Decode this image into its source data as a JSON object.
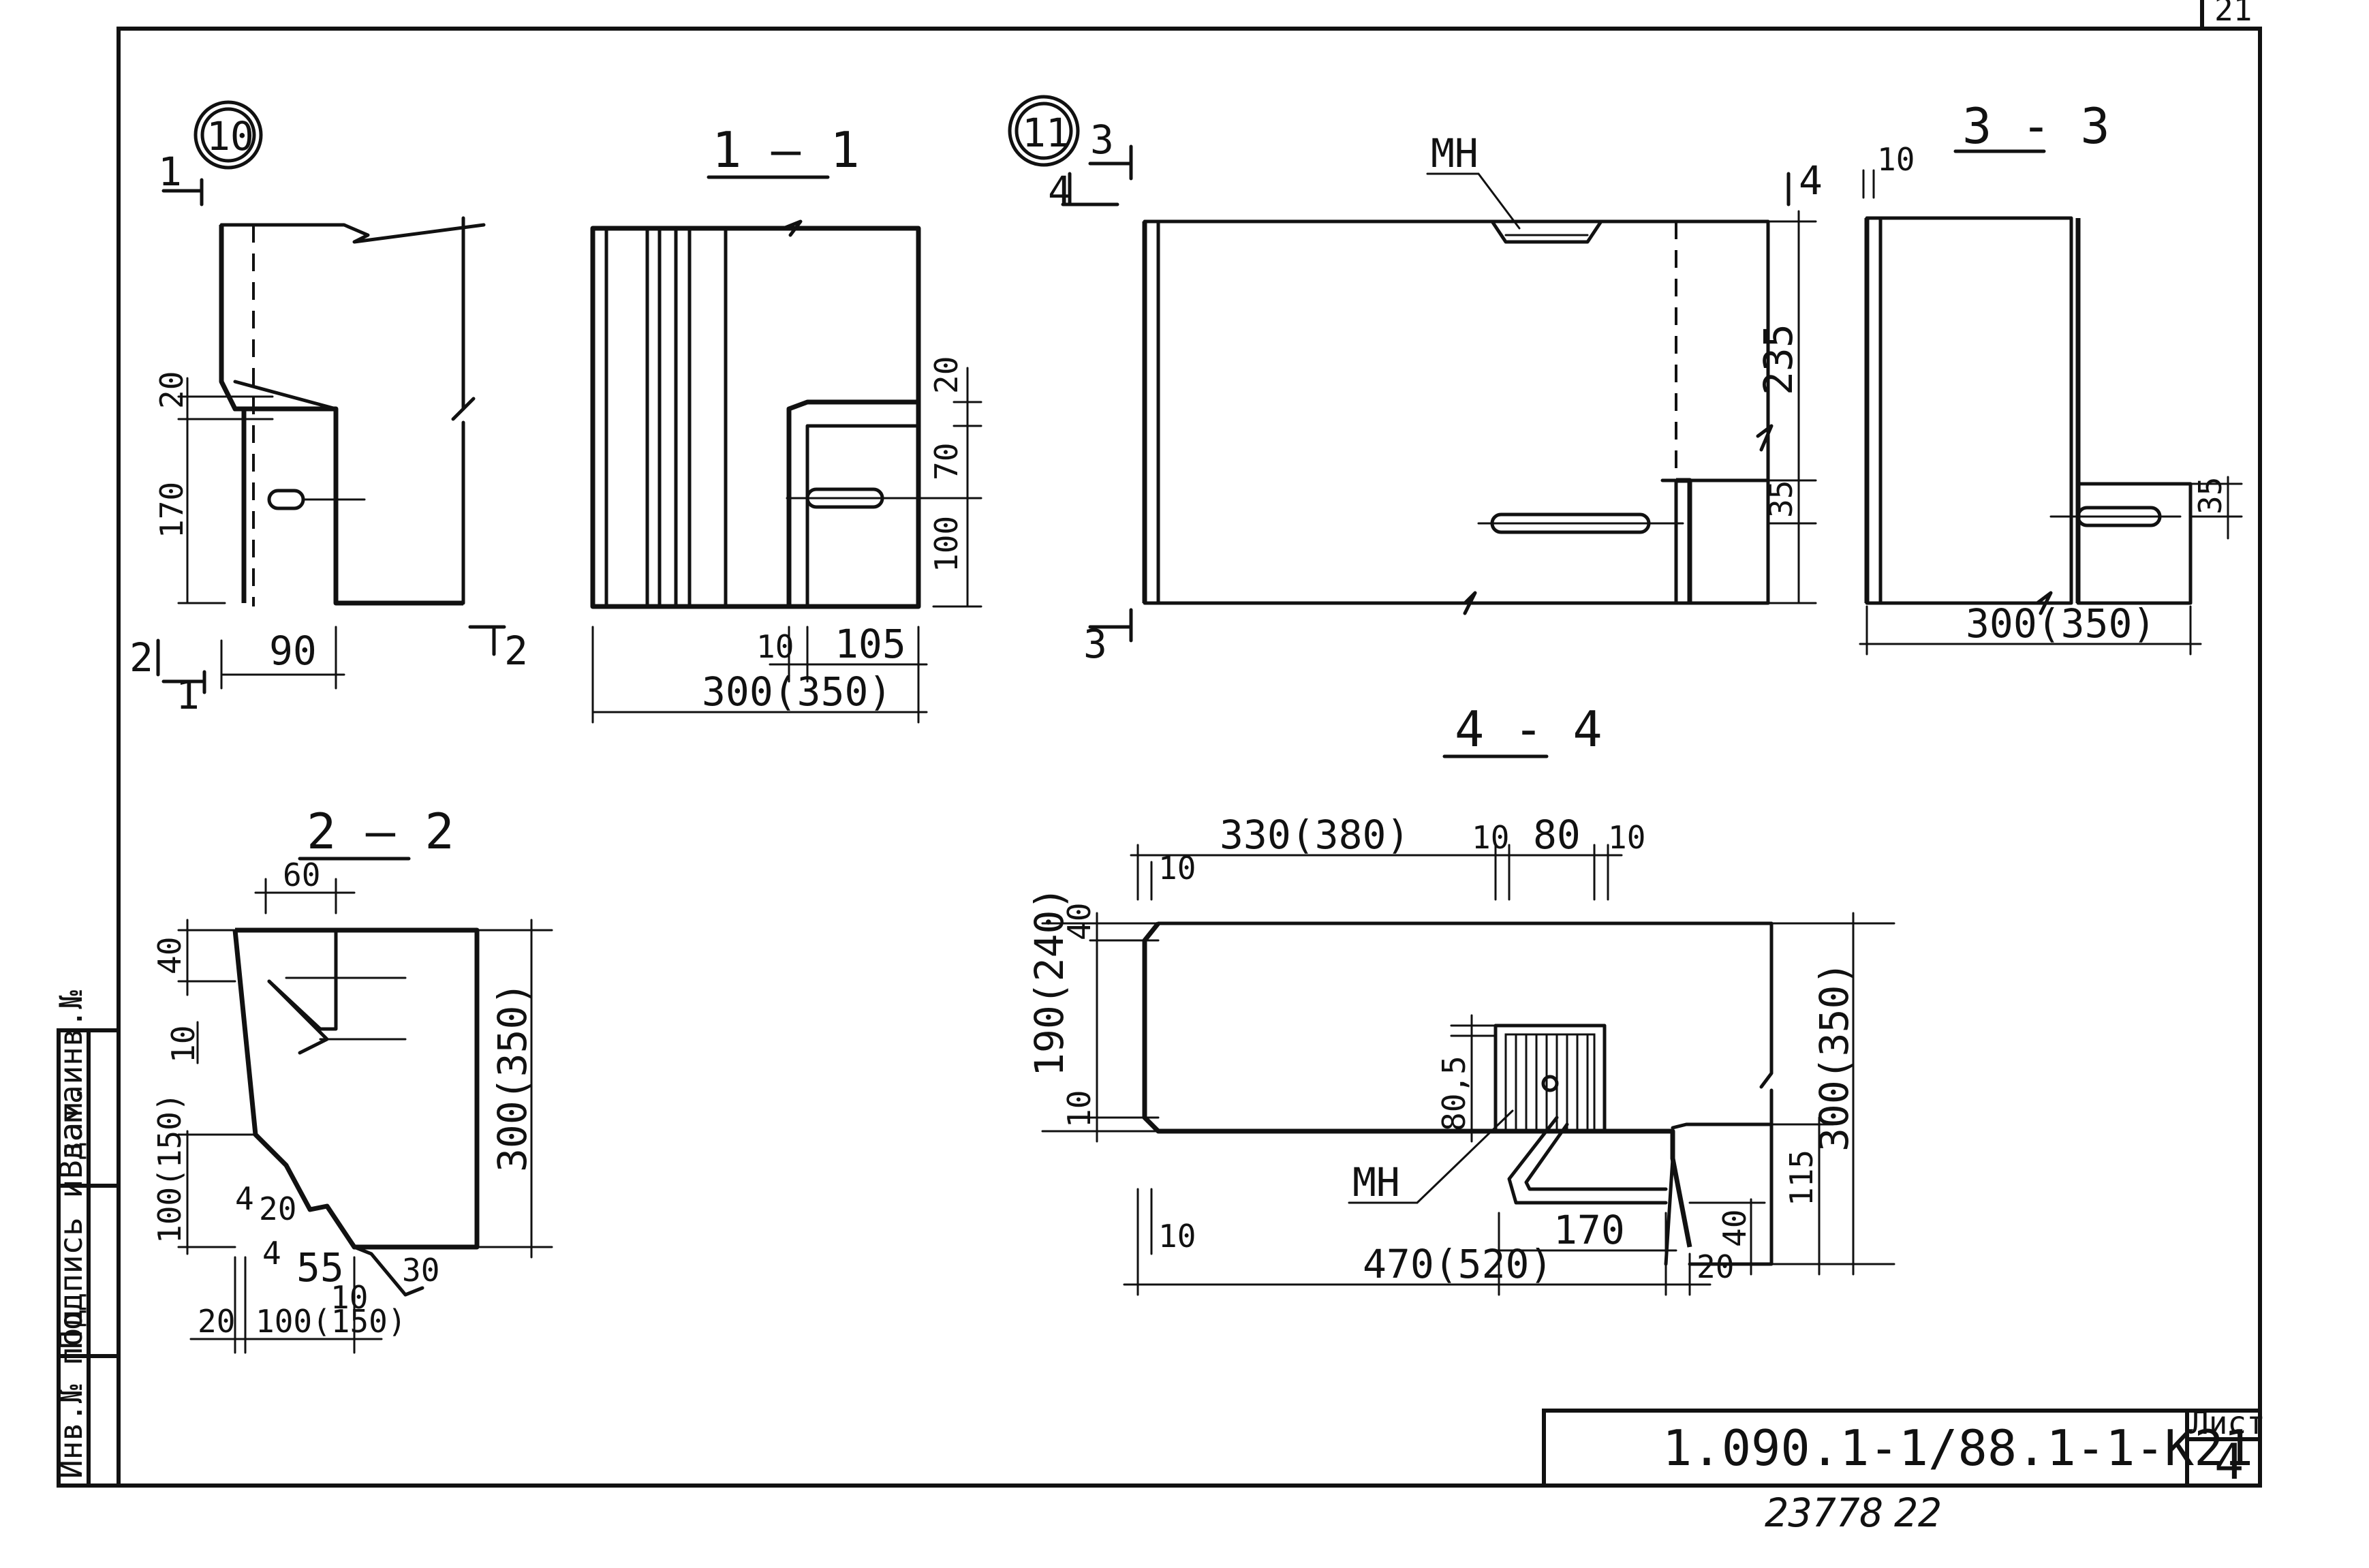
{
  "sheet": {
    "corner_number": "21",
    "code": "1.090.1-1/88.1-1-К21",
    "sheet_label": "Лист",
    "sheet_number": "4",
    "bottom_number": "23778",
    "bottom_suffix": "22",
    "stamp_inv": "Инв.№ под",
    "stamp_sign": "Подпись и дата",
    "stamp_vzam": "Взам.инв.№"
  },
  "views": {
    "node10": {
      "label": "10",
      "cut1": "1",
      "cut2": "2",
      "dims": {
        "d20": "20",
        "d170": "170",
        "d90": "90"
      }
    },
    "sec11": {
      "title": "1 – 1",
      "dims": {
        "d20": "20",
        "d70": "70",
        "d100": "100",
        "d10": "10",
        "d105": "105",
        "d300": "300(350)"
      }
    },
    "sec22": {
      "title": "2 – 2",
      "dims": {
        "d60": "60",
        "d40": "40",
        "d10a": "10",
        "d100_150": "100(150)",
        "d4a": "4",
        "d20a": "20",
        "d4b": "4",
        "d55": "55",
        "d10b": "10",
        "d30": "30",
        "d300": "300(350)",
        "d20b": "20",
        "d100b": "100(150)"
      }
    },
    "node11": {
      "label": "11",
      "cut3": "3",
      "cut4": "4",
      "mark": "МН",
      "dims": {
        "d235": "235",
        "d35": "35"
      }
    },
    "sec33": {
      "title": "3 - 3",
      "dims": {
        "d10": "10",
        "d35": "35",
        "d300": "300(350)"
      }
    },
    "sec44": {
      "title": "4 - 4",
      "mark": "МН",
      "dims": {
        "d330": "330(380)",
        "d10a": "10",
        "d80": "80",
        "d10b": "10",
        "d10c": "10",
        "d40a": "40",
        "d190": "190(240)",
        "d10d": "10",
        "d80_5": "80,5",
        "d300": "300(350)",
        "d115": "115",
        "d10e": "10",
        "d170": "170",
        "d40b": "40",
        "d470": "470(520)",
        "d20": "20"
      }
    }
  }
}
